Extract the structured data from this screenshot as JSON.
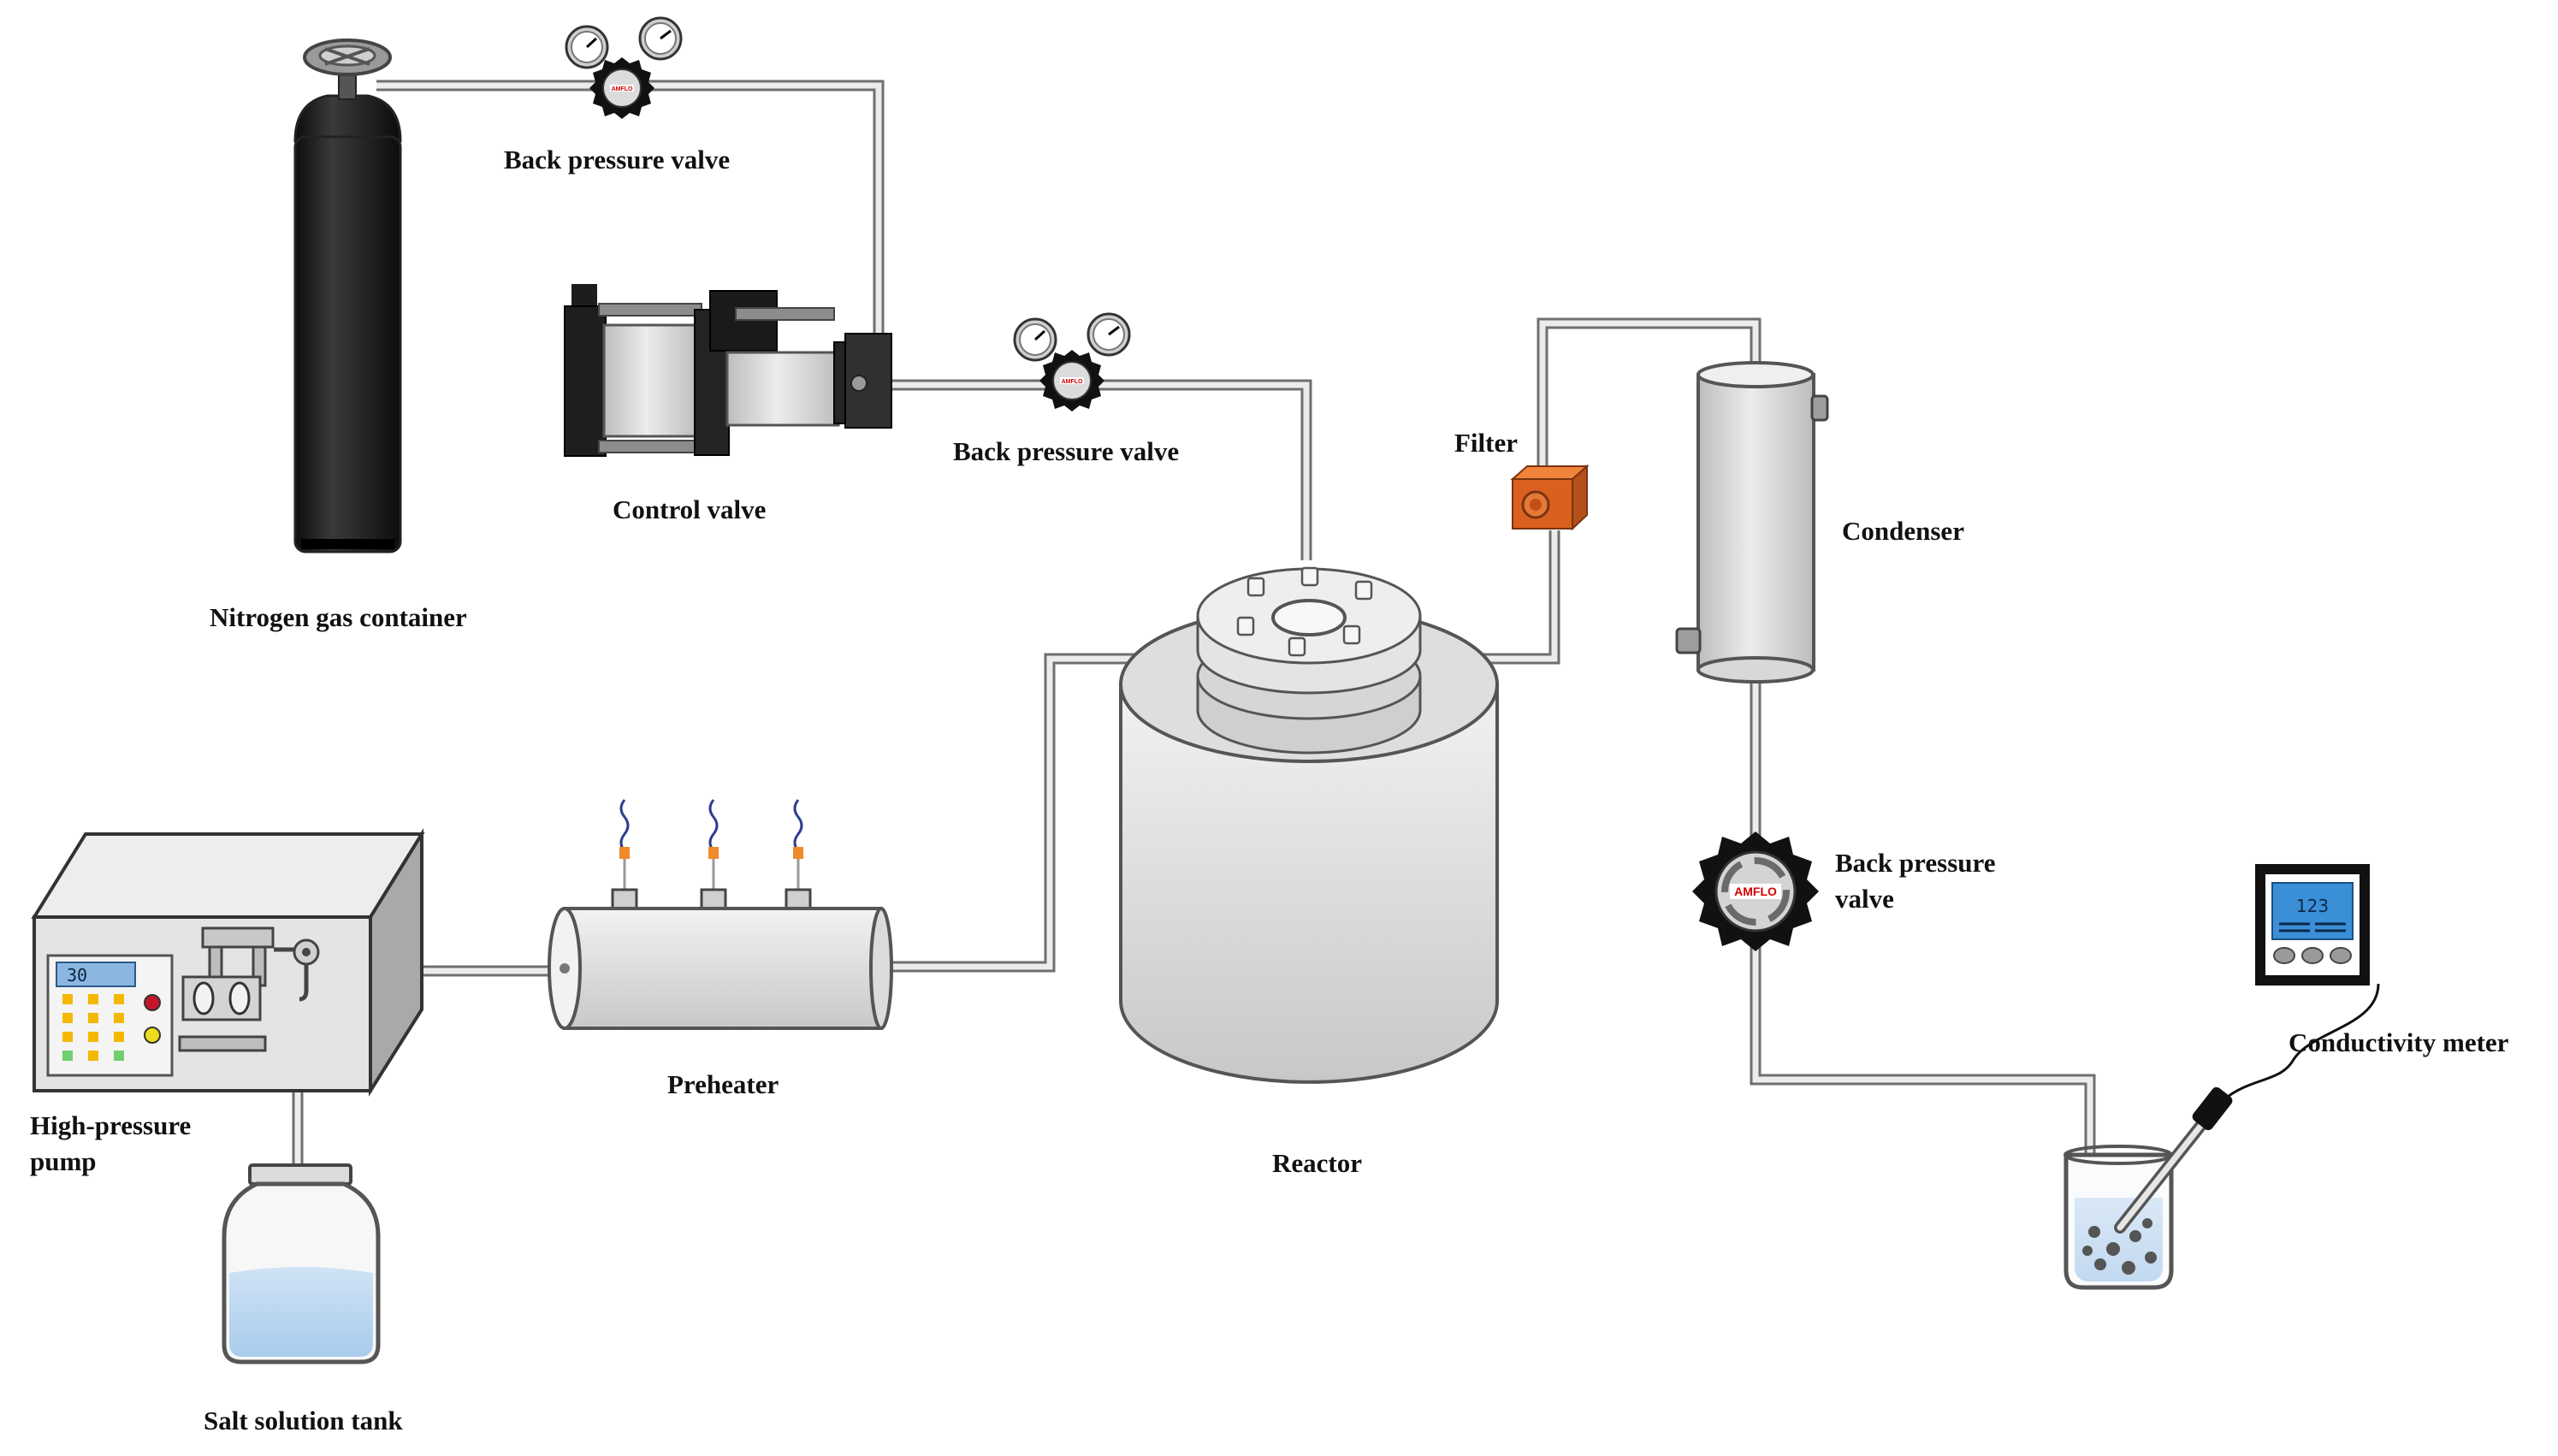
{
  "labels": {
    "nitrogen": "Nitrogen gas container",
    "bpv_top": "Back pressure valve",
    "control_valve": "Control valve",
    "bpv_middle": "Back pressure valve",
    "filter": "Filter",
    "condenser": "Condenser",
    "reactor": "Reactor",
    "preheater": "Preheater",
    "pump_line1": "High-pressure",
    "pump_line2": "pump",
    "salt_tank": "Salt solution tank",
    "bpv_right_line1": "Back pressure",
    "bpv_right_line2": "valve",
    "conductivity_meter": "Conductivity meter"
  },
  "device_text": {
    "valve_brand": "AMFLO",
    "pump_display": "30",
    "meter_display": "123"
  },
  "colors": {
    "pipe": "#6f6f6f",
    "pipe_highlight": "#ececec",
    "cylinder": "#1a1a1a",
    "filter": "#d9601f",
    "solution": "#b9d5ee",
    "pump_keys": "#f5b800",
    "meter_screen": "#3a8fd6"
  },
  "icons": {
    "gauge": "pressure-gauge-icon",
    "heater_wire": "heating-wire-icon",
    "probe": "conductivity-probe-icon"
  }
}
